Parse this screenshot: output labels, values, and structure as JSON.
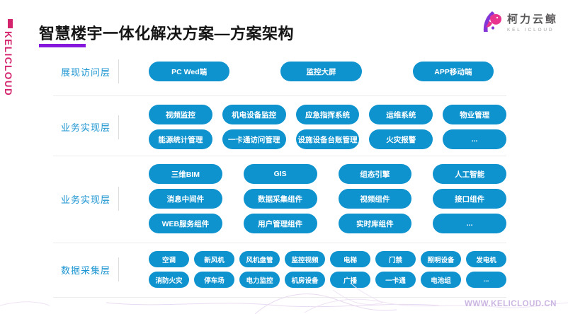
{
  "page": {
    "title": "智慧楼宇一体化解决方案—方案架构",
    "brand_vertical": "KELICLOUD",
    "website": "WWW.KELICLOUD.CN"
  },
  "logo": {
    "name_cn": "柯力云鲸",
    "name_en": "KEL ICLOUD",
    "icon": "whale-logo-icon"
  },
  "colors": {
    "node_blue": "#0f93cf",
    "label_blue": "#1e96d2",
    "brand_pink": "#d4246e",
    "title_underline_purple": "#8516dc",
    "watermark_lavender": "#cbb6e2"
  },
  "layers": [
    {
      "label": "展现访问层",
      "rows": [
        [
          "PC Wed端",
          "监控大屏",
          "APP移动端"
        ]
      ]
    },
    {
      "label": "业务实现层",
      "rows": [
        [
          "视频监控",
          "机电设备监控",
          "应急指挥系统",
          "运维系统",
          "物业管理"
        ],
        [
          "能源统计管理",
          "一卡通访问管理",
          "设施设备台账管理",
          "火灾报警",
          "..."
        ]
      ]
    },
    {
      "label": "业务实现层",
      "rows": [
        [
          "三维BIM",
          "GIS",
          "组态引擎",
          "人工智能"
        ],
        [
          "消息中间件",
          "数据采集组件",
          "视频组件",
          "接口组件"
        ],
        [
          "WEB服务组件",
          "用户管理组件",
          "实时库组件",
          "..."
        ]
      ]
    },
    {
      "label": "数据采集层",
      "rows": [
        [
          "空调",
          "新风机",
          "风机盘管",
          "监控视频",
          "电梯",
          "门禁",
          "照明设备",
          "发电机"
        ],
        [
          "消防火灾",
          "停车场",
          "电力监控",
          "机房设备",
          "广播",
          "一卡通",
          "电池组",
          "..."
        ]
      ]
    }
  ]
}
